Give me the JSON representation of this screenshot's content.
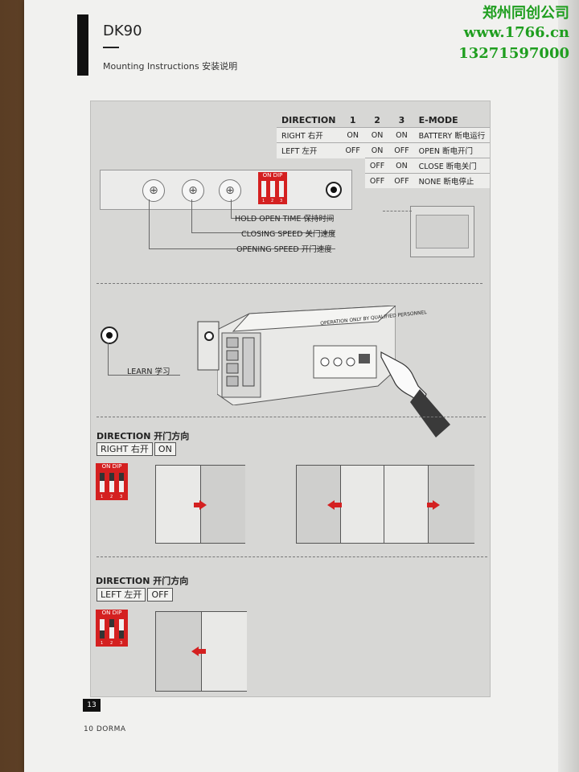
{
  "header": {
    "title": "DK90",
    "subtitle": "Mounting Instructions 安装说明"
  },
  "watermark": {
    "line1": "郑州同创公司",
    "line2": "www.1766.cn",
    "line3": "13271597000",
    "color": "#1f9e1f"
  },
  "dip_table": {
    "headers": [
      "DIRECTION",
      "1",
      "2",
      "3",
      "E-MODE"
    ],
    "rows": [
      {
        "direction": "RIGHT 右开",
        "s1": "ON",
        "s2": "ON",
        "s3": "ON",
        "emode": "BATTERY 断电运行"
      },
      {
        "direction": "LEFT  左开",
        "s1": "OFF",
        "s2": "ON",
        "s3": "OFF",
        "emode": "OPEN    断电开门"
      },
      {
        "direction": "",
        "s1": "",
        "s2": "OFF",
        "s3": "ON",
        "emode": "CLOSE   断电关门"
      },
      {
        "direction": "",
        "s1": "",
        "s2": "OFF",
        "s3": "OFF",
        "emode": "NONE    断电停止"
      }
    ]
  },
  "dip_label": "ON DIP",
  "dip_numbers": [
    "1",
    "2",
    "3"
  ],
  "pot_labels": {
    "hold": "HOLD OPEN TIME 保持时间",
    "closing": "CLOSING SPEED 关门速度",
    "opening": "OPENING  SPEED 开门速度"
  },
  "learn_label": "LEARN 学习",
  "unit_label": "OPERATION ONLY BY QUALIFIED PERSONNEL",
  "section_right": {
    "heading": "DIRECTION 开门方向",
    "dir": "RIGHT 右开",
    "state": "ON"
  },
  "section_left": {
    "heading": "DIRECTION 开门方向",
    "dir": "LEFT   左开",
    "state": "OFF"
  },
  "page_badge": "13",
  "footer": "10  DORMA",
  "colors": {
    "accent_red": "#d42020",
    "panel_gray": "#d7d7d5"
  }
}
